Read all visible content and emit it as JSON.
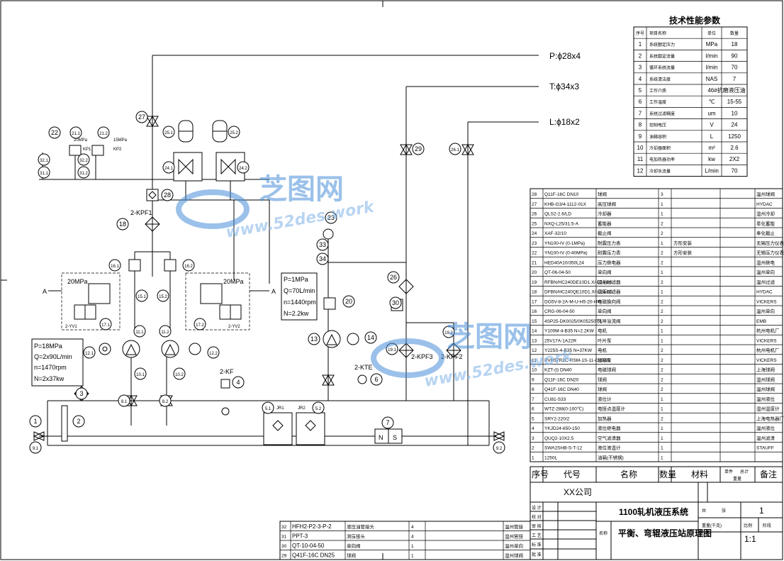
{
  "watermark": {
    "brand": "芝图网",
    "url": "www.52des.work"
  },
  "pipes": {
    "p": "P:ϕ28x4",
    "t": "T:ϕ34x3",
    "l": "L:ϕ18x2"
  },
  "section_marks": [
    "A",
    "A"
  ],
  "pump_left_params": [
    "P=18MPa",
    "Q=2x90L/min",
    "n=1470rpm",
    "N=2x37kw"
  ],
  "pump_mid_params": [
    "P=1MPa",
    "Q=70L/min",
    "n=1440rpm",
    "N=2.2kw"
  ],
  "valve_left": "20MPa",
  "valve_right": "20MPa",
  "switch_labels": {
    "kp1_press": "20MPa",
    "kp1": "KP1",
    "kp2_press": "15MPa",
    "kp2": "KP2"
  },
  "component_labels": {
    "kpf1": "2-KPF1",
    "kpf2": "2-KPF2",
    "kpf3": "2-KPF3",
    "kf": "2-KF",
    "kte": "2-KTE",
    "jr1": "JR1",
    "jr2": "JR2",
    "yv1": "2-YV1",
    "yv2": "2-YV2",
    "n": "N",
    "s": "S"
  },
  "callouts": {
    "c1": "1",
    "c2": "2",
    "c3": "3",
    "c4": "4",
    "c6": "6",
    "c7": "7",
    "c13": "13",
    "c14": "14",
    "c18": "18",
    "c20": "20",
    "c21": "21.1",
    "c21b": "21.2",
    "c22": "22",
    "c23": "23",
    "c24": "24.1",
    "c24b": "24.2",
    "c25": "25.1",
    "c25b": "25.2",
    "c26": "26",
    "c26b": "26.1",
    "c27": "27",
    "c28": "28",
    "c29": "29",
    "c30": "30",
    "c31": "31.1",
    "c31b": "31.2",
    "c32": "32.1",
    "c32b": "32.2",
    "c8": "8.1",
    "c8b": "8.2",
    "c9": "9.1",
    "c9b": "9.2",
    "c10": "10.1",
    "c10b": "10.2",
    "c11": "11.1",
    "c11b": "11.2",
    "c12": "12.1",
    "c12b": "12.2",
    "c15": "15.1",
    "c15b": "15.2",
    "c16": "16.1",
    "c16b": "16.2",
    "c17": "17.1",
    "c17b": "17.2",
    "c19": "19.1",
    "c19b": "19.2",
    "c5": "5.1",
    "c5b": "5.2",
    "c33": "33",
    "c34": "34"
  },
  "tech_table": {
    "title": "技术性能参数",
    "headers": [
      "序号",
      "项目名称",
      "单位",
      "数量"
    ],
    "rows": [
      [
        "1",
        "系统额定压力",
        "MPa",
        "18"
      ],
      [
        "2",
        "系统额定流量",
        "l/min",
        "90"
      ],
      [
        "3",
        "循环系统流量",
        "l/min",
        "70"
      ],
      [
        "4",
        "系统清洁度",
        "NAS",
        "7"
      ],
      [
        "5",
        "工作介质",
        "",
        "46#抗磨液压油"
      ],
      [
        "6",
        "工作温度",
        "℃",
        "15-55"
      ],
      [
        "7",
        "系统过滤精度",
        "um",
        "10"
      ],
      [
        "8",
        "控制电压",
        "V",
        "24"
      ],
      [
        "9",
        "油箱容积",
        "L",
        "1250"
      ],
      [
        "10",
        "冷却器面积",
        "m²",
        "2.6"
      ],
      [
        "11",
        "电加热器功率",
        "kw",
        "2X2"
      ],
      [
        "12",
        "冷却水流量",
        "L/min",
        "70"
      ]
    ]
  },
  "bom": {
    "rows": [
      [
        "28",
        "Q11F-16C  DN10",
        "球阀",
        "3",
        "",
        "",
        "温州球阀"
      ],
      [
        "27",
        "KHB-G3/4-1112-01X",
        "高压球阀",
        "1",
        "",
        "",
        "HYDAC"
      ],
      [
        "26",
        "QLS2-2.6/LD",
        "冷却器",
        "1",
        "",
        "",
        "温州冷却"
      ],
      [
        "25",
        "NXQ-L25/31.5-A",
        "蓄能器",
        "2",
        "",
        "",
        "奉化蓄能"
      ],
      [
        "24",
        "XAF-32/10",
        "截止阀",
        "2",
        "",
        "",
        "奉化截止"
      ],
      [
        "23",
        "YN100-IV (0-1MPa)",
        "耐震压力表",
        "1",
        "",
        "方形安装",
        "无锡压力仪表厂"
      ],
      [
        "22",
        "YN100-IV (0-40MPa)",
        "耐震压力表",
        "2",
        "",
        "方形安装",
        "无锡压力仪表厂"
      ],
      [
        "21",
        "HED40A10/350L24",
        "压力继电器",
        "2",
        "",
        "",
        "温州继电"
      ],
      [
        "20",
        "QT-06-04-50",
        "单向阀",
        "1",
        "",
        "",
        "温州单向"
      ],
      [
        "19",
        "RFBN/HC240DE10D1.X/-L24-B6",
        "回油过滤器",
        "2",
        "",
        "",
        "温州过滤"
      ],
      [
        "18",
        "DFBN/HC240QE10D1.X/-L24-B6",
        "高压过滤器",
        "1",
        "",
        "",
        "HYDAC"
      ],
      [
        "17",
        "DG5V-8-2A-M-U-H5-20-HW",
        "电磁换向阀",
        "2",
        "",
        "",
        "VICKERS"
      ],
      [
        "16",
        "CRG-06-04-50",
        "单向阀",
        "2",
        "",
        "",
        "温州单向"
      ],
      [
        "15",
        "4SP25-DK0025/0K05250T-L",
        "先导溢流阀",
        "2",
        "",
        "",
        "EMB"
      ],
      [
        "14",
        "Y100M-4-B35  N=2.2KW",
        "电机",
        "1",
        "",
        "",
        "杭州电机厂"
      ],
      [
        "13",
        "25V17A-1A22R",
        "叶片泵",
        "1",
        "",
        "",
        "VICKERS"
      ],
      [
        "12",
        "Y225S-4-B35  N=37KW",
        "电机",
        "2",
        "",
        "",
        "杭州电机厂"
      ],
      [
        "11",
        "PVH57R2C-RSM-1S-11-C25-31",
        "柱塞泵",
        "2",
        "",
        "",
        "VICKERS"
      ],
      [
        "10",
        "KZT-(I)  DN40",
        "电磁球阀",
        "2",
        "",
        "",
        "上海球阀"
      ],
      [
        "9",
        "Q11F-16C  DN20",
        "球阀",
        "2",
        "",
        "",
        "温州球阀"
      ],
      [
        "8",
        "Q41F-16C  DN40",
        "球阀",
        "2",
        "",
        "",
        "温州球阀"
      ],
      [
        "7",
        "CU81-S33",
        "液位计",
        "1",
        "",
        "",
        "温州液位"
      ],
      [
        "6",
        "WTZ-288(0-100℃)",
        "电接点温度计",
        "1",
        "",
        "",
        "温州温度计"
      ],
      [
        "5",
        "SRY2-220/2",
        "加热器",
        "2",
        "",
        "",
        "上海电热器厂"
      ],
      [
        "4",
        "YKJD24-650-150",
        "液位继电器",
        "1",
        "",
        "",
        "温州液位"
      ],
      [
        "3",
        "QUQ2-10X2.5",
        "空气滤清器",
        "1",
        "",
        "",
        "温州滤清"
      ],
      [
        "2",
        "SWA2SHB-S-T-12",
        "液位液温计",
        "1",
        "",
        "",
        "STAUFF"
      ],
      [
        "1",
        "1250L",
        "油箱(不锈钢)",
        "1",
        "",
        "",
        ""
      ]
    ],
    "header": {
      "no": "序号",
      "code": "代号",
      "name": "名称",
      "qty": "数量",
      "material": "材料",
      "unit_weight": "单件",
      "total_weight": "总计",
      "weight": "重量",
      "remark": "备注"
    }
  },
  "bom_small": {
    "rows": [
      [
        "32",
        "HFH2-P2-3-P-2",
        "液压油管接头",
        "4",
        "",
        "温州管接"
      ],
      [
        "31",
        "PPT-3",
        "测压接头",
        "4",
        "",
        "温州管接"
      ],
      [
        "30",
        "QT-10-04-50",
        "单向阀",
        "1",
        "",
        "温州单向"
      ],
      [
        "29",
        "Q41F-16C  DN25",
        "球阀",
        "1",
        "",
        "温州球阀"
      ]
    ]
  },
  "title_block": {
    "company": "XX公司",
    "project": "1100轧机液压系统",
    "drawing": "平衡、弯辊液压站原理图",
    "name_label": "名称",
    "count_label": "共",
    "sheet_label": "张",
    "sheet_count": "1",
    "weight_label": "重量(千克)",
    "scale_label": "比例",
    "stage_label": "阶段",
    "scale": "1:1",
    "row_labels": [
      "设 计",
      "校 对",
      "审 核",
      "工 艺",
      "标 准",
      "批 准"
    ]
  }
}
